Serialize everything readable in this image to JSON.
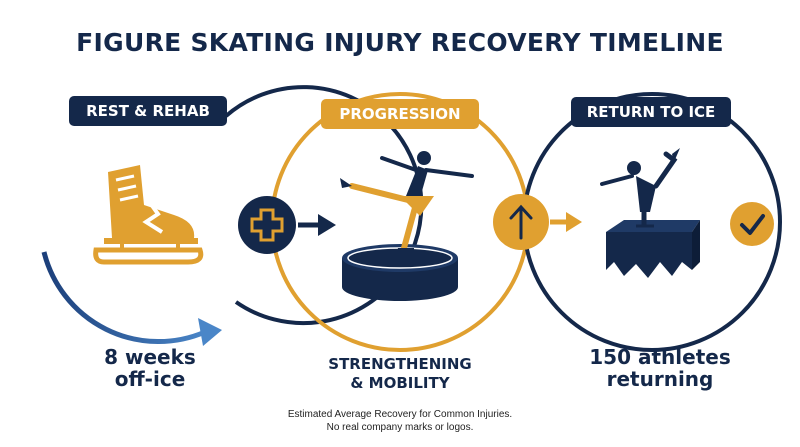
{
  "title": "FIGURE SKATING INJURY RECOVERY TIMELINE",
  "stages": [
    {
      "label": "REST & REHAB",
      "caption_line1": "8 weeks",
      "caption_line2": "off-ice",
      "icon": "ice-skate-icon",
      "badge_icon": "medical-cross-icon"
    },
    {
      "label": "PROGRESSION",
      "caption_line1": "STRENGTHENING",
      "caption_line2": "& MOBILITY",
      "icon": "skater-on-balance-disc-icon",
      "badge_icon": "arrow-up-icon"
    },
    {
      "label": "RETURN TO ICE",
      "caption_line1": "150 athletes",
      "caption_line2": "returning",
      "icon": "skater-on-ice-block-icon",
      "badge_icon": "checkmark-icon"
    }
  ],
  "footnote_line1": "Estimated Average Recovery for Common Injuries.",
  "footnote_line2": "No real company marks or logos.",
  "colors": {
    "navy": "#14284a",
    "gold": "#e0a030",
    "blue_gradient_start": "#4a86c8",
    "white": "#ffffff"
  }
}
